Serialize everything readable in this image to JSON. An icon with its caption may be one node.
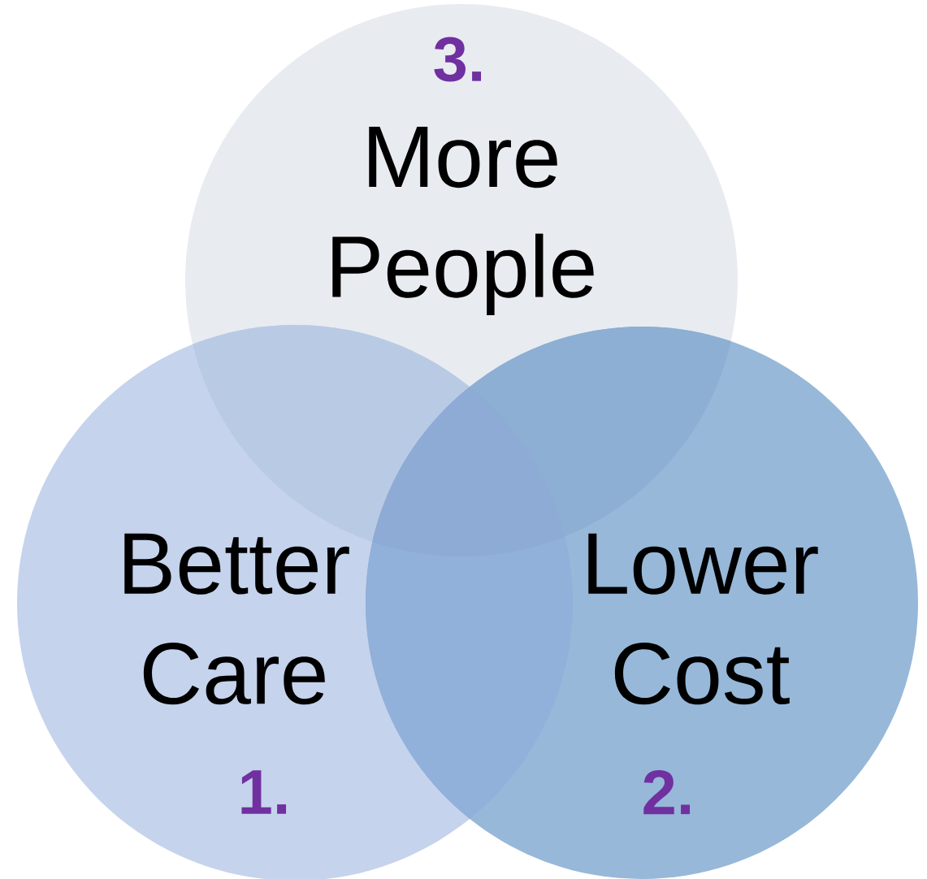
{
  "diagram": {
    "nodes": [
      {
        "text": [
          "3.",
          "More People"
        ]
      },
      {
        "text": [
          "Better Care",
          "1."
        ]
      },
      {
        "text": [
          "Lower Cost",
          "2."
        ]
      }
    ]
  }
}
